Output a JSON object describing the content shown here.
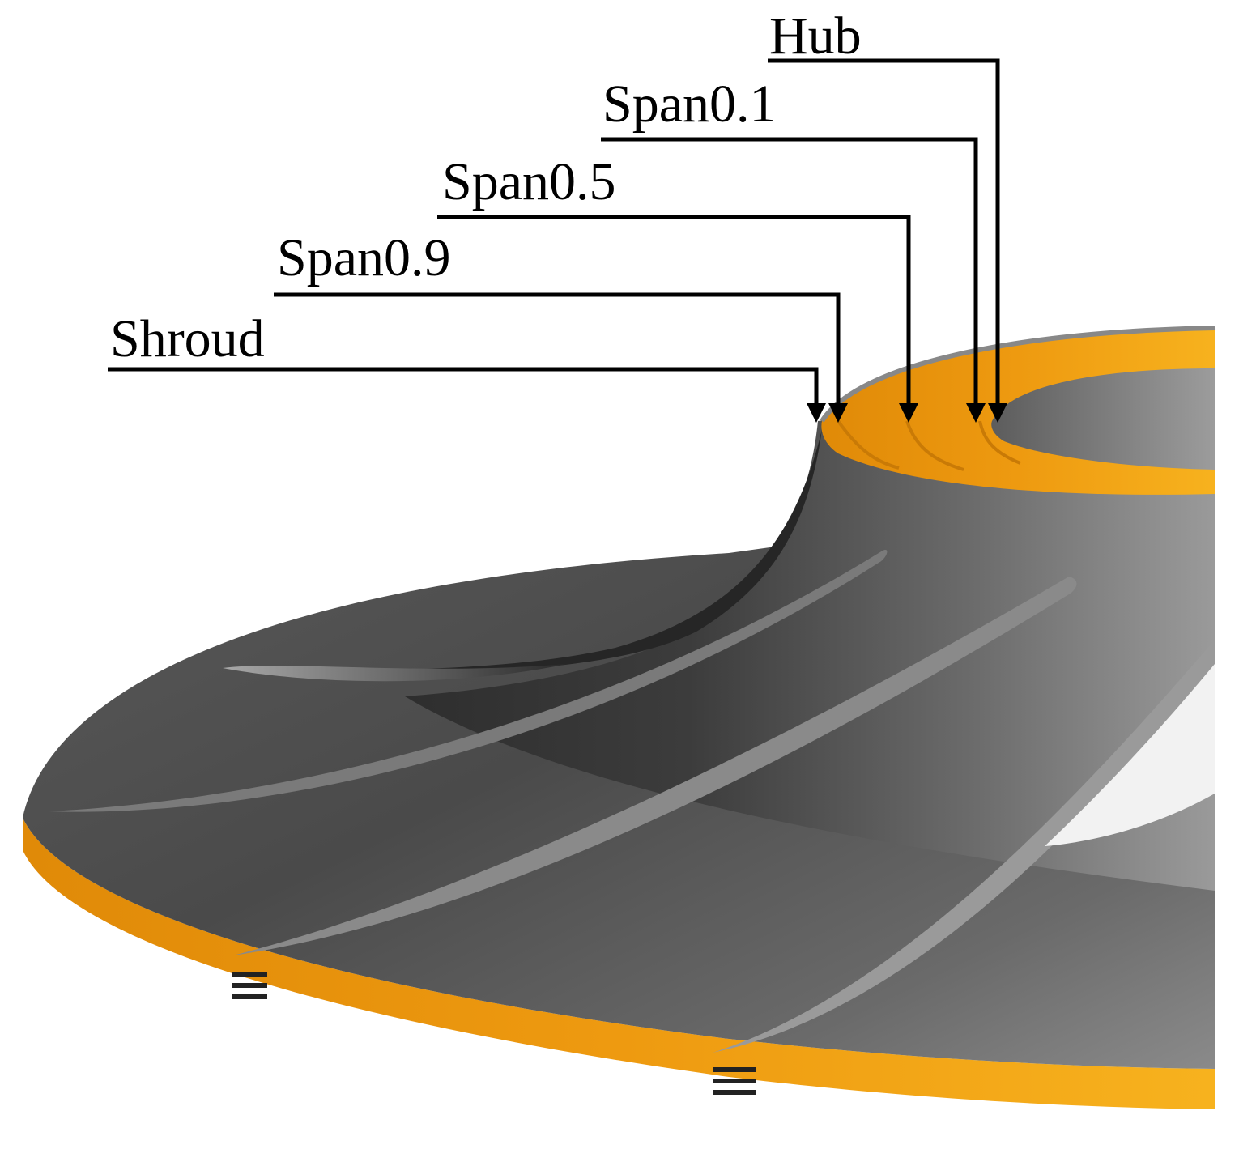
{
  "figure": {
    "labels": [
      {
        "id": "hub",
        "text": "Hub"
      },
      {
        "id": "span01",
        "text": "Span0.1"
      },
      {
        "id": "span05",
        "text": "Span0.5"
      },
      {
        "id": "span09",
        "text": "Span0.9"
      },
      {
        "id": "shroud",
        "text": "Shroud"
      }
    ],
    "colors": {
      "background": "#ffffff",
      "surface_dark": "#3a3a3a",
      "surface_mid": "#6e6e6e",
      "surface_light": "#a0a0a0",
      "rim_orange": "#e8940a",
      "rim_orange_light": "#f6b024",
      "leader_line": "#000000"
    }
  }
}
